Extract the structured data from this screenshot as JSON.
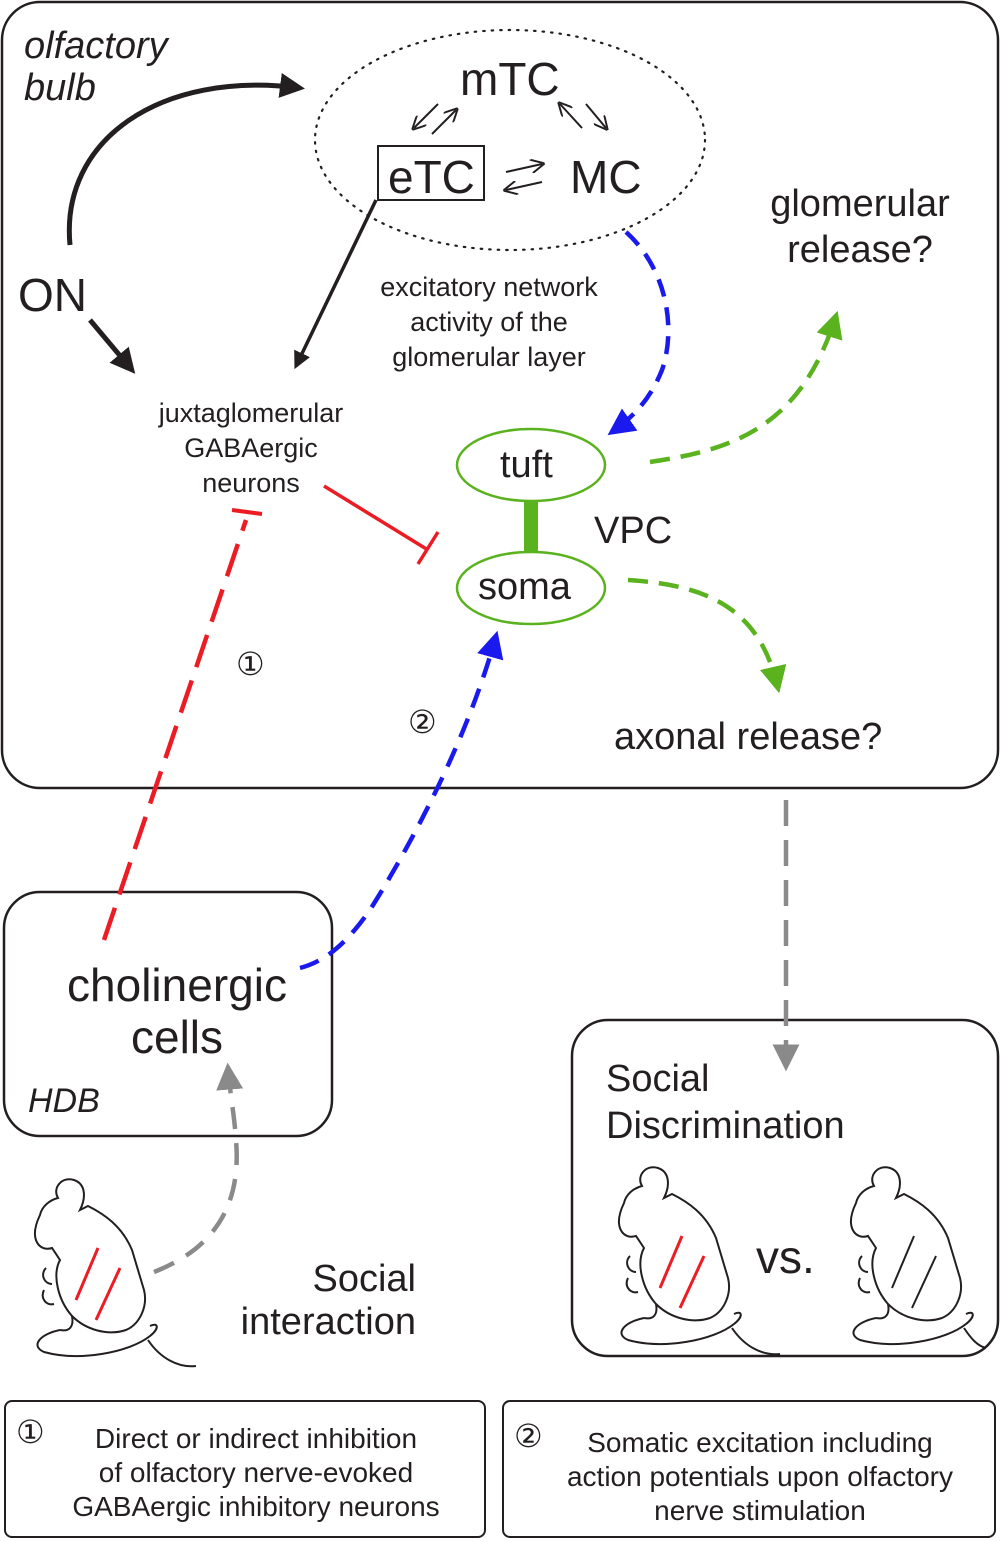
{
  "regions": {
    "olfactory_bulb": "olfactory\nbulb",
    "hdb": "HDB"
  },
  "nodes": {
    "mtc": "mTC",
    "etc": "eTC",
    "mc": "MC",
    "on": "ON",
    "juxta": "juxtaglomerular\nGABAergic\nneurons",
    "tuft": "tuft",
    "soma": "soma",
    "vpc": "VPC",
    "cholinergic": "cholinergic\ncells"
  },
  "annotations": {
    "network": "excitatory network\nactivity of the\nglomerular layer",
    "glomerular_release": "glomerular\nrelease?",
    "axonal_release": "axonal release?",
    "social_interaction": "Social\ninteraction",
    "social_discrimination": "Social\nDiscrimination",
    "vs": "vs.",
    "marker_1": "①",
    "marker_2": "②"
  },
  "legend": [
    {
      "marker": "①",
      "text": "Direct or indirect inhibition\nof olfactory nerve-evoked\nGABAergic inhibitory neurons"
    },
    {
      "marker": "②",
      "text": "Somatic excitation including\naction potentials upon olfactory\nnerve stimulation"
    }
  ],
  "colors": {
    "ink": "#231f20",
    "inhibition_red": "#ec1c24",
    "excitation_blue": "#1a1aee",
    "vpc_green": "#5ab21e",
    "pathway_gray": "#8a8a8a"
  }
}
